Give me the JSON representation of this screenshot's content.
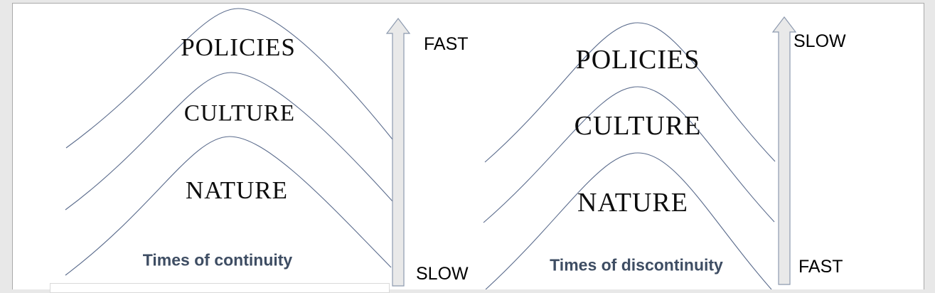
{
  "slide": {
    "panels": [
      {
        "id": "continuity",
        "caption": "Times of continuity",
        "layers": [
          "POLICIES",
          "CULTURE",
          "NATURE"
        ],
        "arrow": {
          "top_label": "FAST",
          "bottom_label": "SLOW"
        }
      },
      {
        "id": "discontinuity",
        "caption": "Times of discontinuity",
        "layers": [
          "POLICIES",
          "CULTURE",
          "NATURE"
        ],
        "arrow": {
          "top_label": "SLOW",
          "bottom_label": "FAST"
        }
      }
    ],
    "colors": {
      "curve_stroke": "#5a6b8c",
      "arrow_fill": "#e9e9e9",
      "arrow_stroke": "#8d9aaf",
      "caption_text": "#3e4d63",
      "layer_text": "#0d0d0d",
      "canvas_band": "#e8e8e8",
      "slide_border": "#a9a9a9",
      "placeholder_border": "#d9d9d9"
    }
  }
}
